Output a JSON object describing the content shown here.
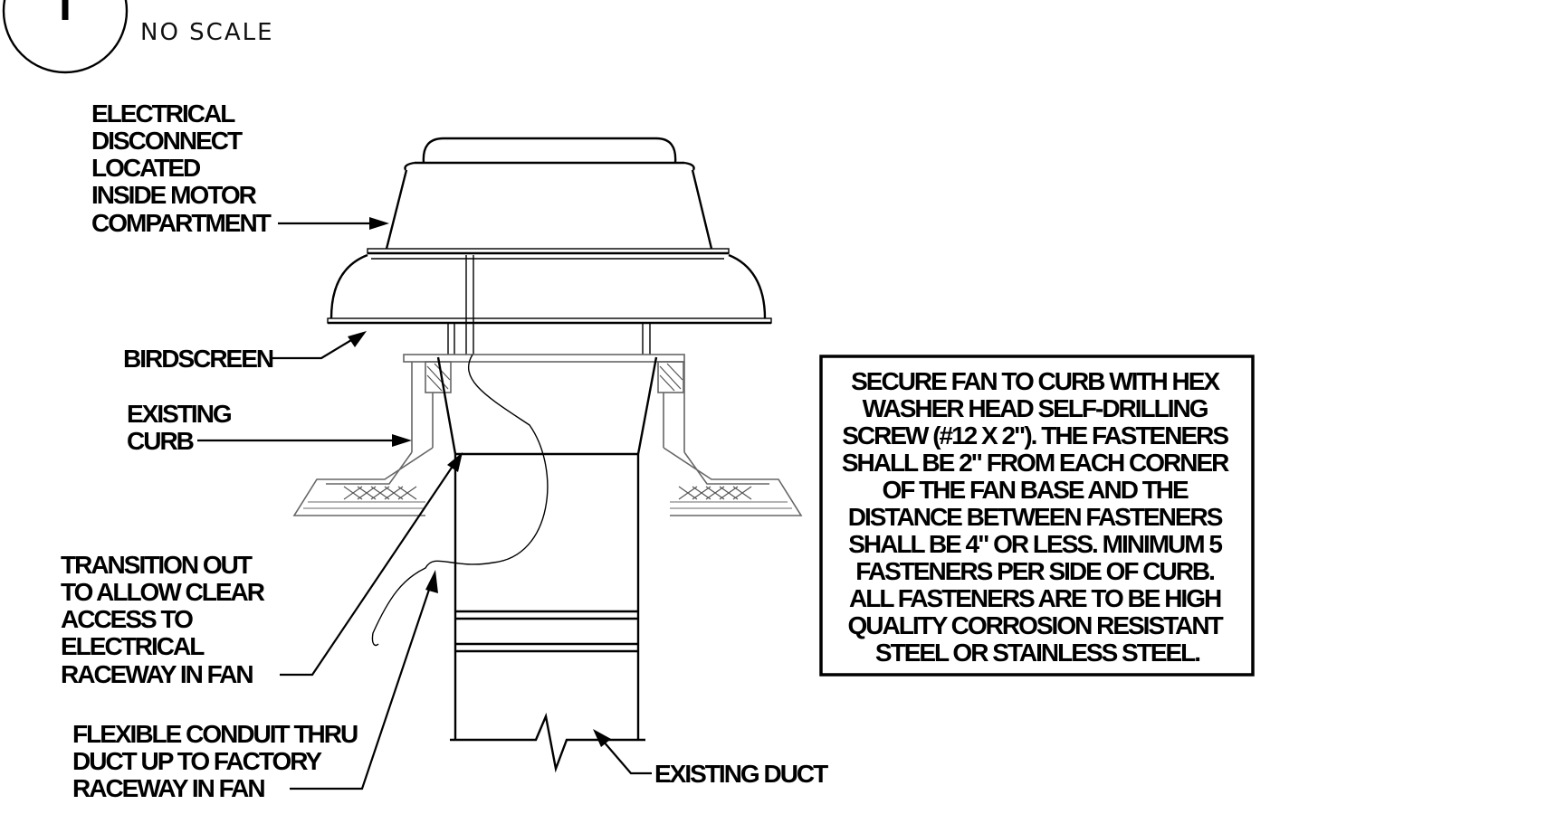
{
  "scale_note": "NO SCALE",
  "callouts": {
    "electrical_disconnect": [
      "ELECTRICAL",
      "DISCONNECT",
      "LOCATED",
      "INSIDE MOTOR",
      "COMPARTMENT"
    ],
    "birdscreen": [
      "BIRDSCREEN"
    ],
    "existing_curb": [
      "EXISTING",
      "CURB"
    ],
    "transition": [
      "TRANSITION OUT",
      "TO ALLOW CLEAR",
      "ACCESS TO",
      "ELECTRICAL",
      "RACEWAY IN FAN"
    ],
    "flexible_conduit": [
      "FLEXIBLE CONDUIT THRU",
      "DUCT UP TO FACTORY",
      "RACEWAY IN FAN"
    ],
    "existing_duct": [
      "EXISTING DUCT"
    ]
  },
  "note_box": {
    "lines": [
      "SECURE FAN TO CURB WITH HEX",
      "WASHER HEAD SELF-DRILLING",
      "SCREW (#12 X 2\"). THE FASTENERS",
      "SHALL BE 2\" FROM EACH CORNER",
      "OF THE FAN BASE AND THE",
      "DISTANCE BETWEEN FASTENERS",
      "SHALL BE 4\" OR LESS. MINIMUM 5",
      "FASTENERS PER SIDE OF CURB.",
      "ALL FASTENERS ARE TO BE HIGH",
      "QUALITY CORROSION RESISTANT",
      "STEEL OR STAINLESS STEEL."
    ]
  }
}
